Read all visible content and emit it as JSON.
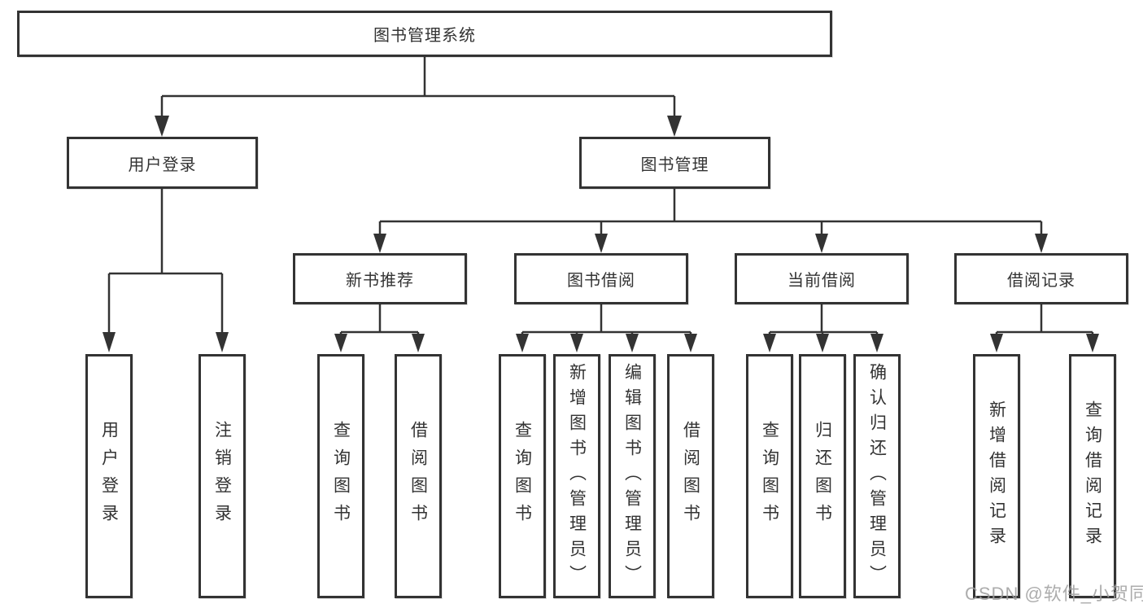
{
  "diagram": {
    "type": "hierarchy-tree",
    "root": {
      "label": "图书管理系统",
      "children": [
        {
          "label": "用户登录",
          "children": [
            {
              "label": "用户登录"
            },
            {
              "label": "注销登录"
            }
          ]
        },
        {
          "label": "图书管理",
          "children": [
            {
              "label": "新书推荐",
              "children": [
                {
                  "label": "查询图书"
                },
                {
                  "label": "借阅图书"
                }
              ]
            },
            {
              "label": "图书借阅",
              "children": [
                {
                  "label": "查询图书"
                },
                {
                  "label": "新增图书（管理员）"
                },
                {
                  "label": "编辑图书（管理员）"
                },
                {
                  "label": "借阅图书"
                }
              ]
            },
            {
              "label": "当前借阅",
              "children": [
                {
                  "label": "查询图书"
                },
                {
                  "label": "归还图书"
                },
                {
                  "label": "确认归还（管理员）"
                }
              ]
            },
            {
              "label": "借阅记录",
              "children": [
                {
                  "label": "新增借阅记录"
                },
                {
                  "label": "查询借阅记录"
                }
              ]
            }
          ]
        }
      ]
    }
  },
  "watermark": {
    "text": "CSDN @软件_小贺同学"
  },
  "colors": {
    "line": "#333333",
    "text": "#333333",
    "box_background": "#ffffff",
    "watermark": "#9e9e9e",
    "page_background": "#ffffff"
  }
}
